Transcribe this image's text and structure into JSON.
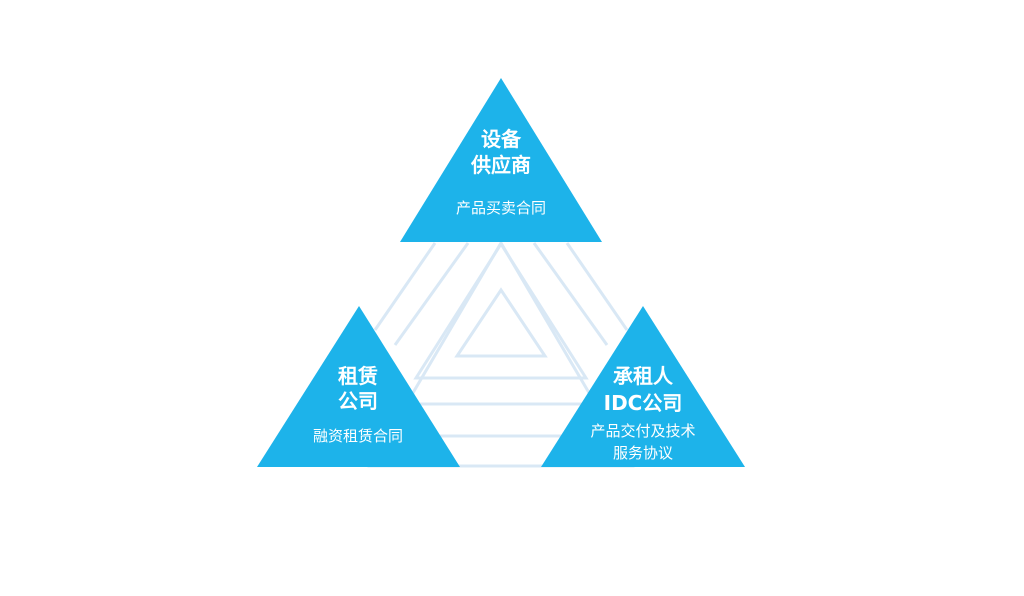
{
  "nodes": {
    "top": {
      "title_lines": [
        "设备",
        "供应商"
      ],
      "subtitle_lines": [
        "产品买卖合同"
      ]
    },
    "left": {
      "title_lines": [
        "租赁",
        "公司"
      ],
      "subtitle_lines": [
        "融资租赁合同"
      ]
    },
    "right": {
      "title_lines": [
        "承租人",
        "IDC公司"
      ],
      "subtitle_lines": [
        "产品交付及技术",
        "服务协议"
      ]
    }
  },
  "colors": {
    "node_fill": "#1db3ea",
    "outline_stroke": "#d9e8f5",
    "text": "#ffffff",
    "background": "#ffffff"
  }
}
